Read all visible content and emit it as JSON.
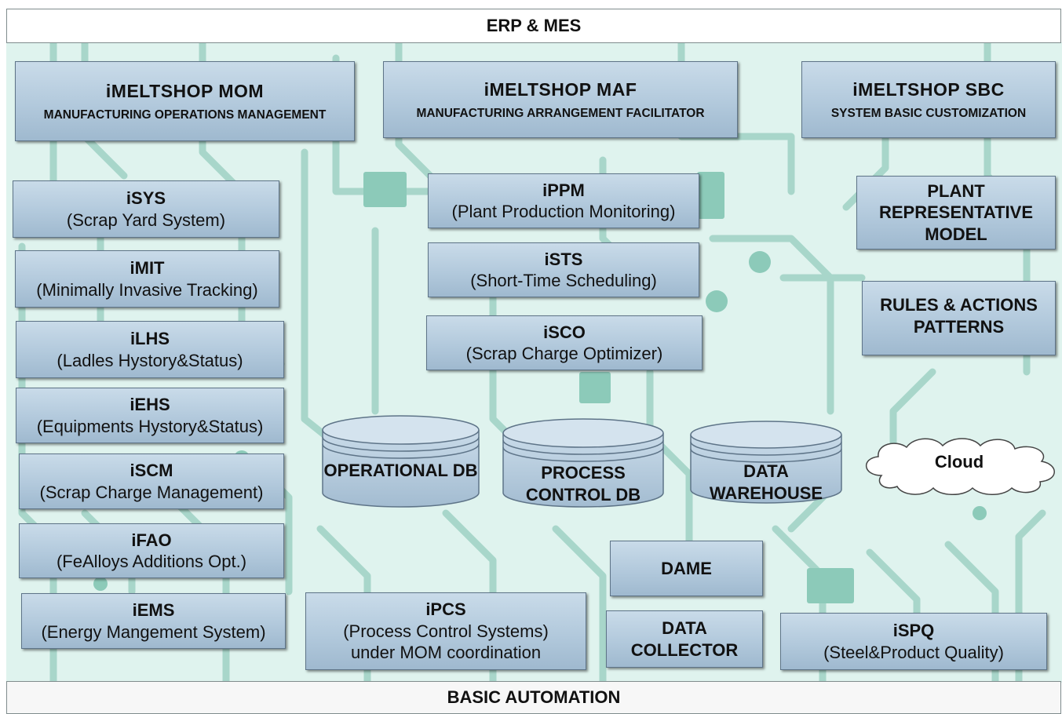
{
  "bands": {
    "top": "ERP & MES",
    "bottom": "BASIC AUTOMATION"
  },
  "top_modules": [
    {
      "title": "iMELTSHOP  MOM",
      "subtitle": "MANUFACTURING OPERATIONS MANAGEMENT"
    },
    {
      "title": "iMELTSHOP  MAF",
      "subtitle": "MANUFACTURING ARRANGEMENT FACILITATOR"
    },
    {
      "title": "iMELTSHOP  SBC",
      "subtitle": "SYSTEM BASIC CUSTOMIZATION"
    }
  ],
  "left_modules": [
    {
      "title": "iSYS",
      "subtitle": "(Scrap Yard System)"
    },
    {
      "title": "iMIT",
      "subtitle": "(Minimally Invasive Tracking)"
    },
    {
      "title": "iLHS",
      "subtitle": "(Ladles Hystory&Status)"
    },
    {
      "title": "iEHS",
      "subtitle": "(Equipments Hystory&Status)"
    },
    {
      "title": "iSCM",
      "subtitle": "(Scrap Charge Management)"
    },
    {
      "title": "iFAO",
      "subtitle": "(FeAlloys Additions Opt.)"
    },
    {
      "title": "iEMS",
      "subtitle": "(Energy Mangement System)"
    }
  ],
  "center_modules": [
    {
      "title": "iPPM",
      "subtitle": "(Plant Production Monitoring)"
    },
    {
      "title": "iSTS",
      "subtitle": "(Short-Time Scheduling)"
    },
    {
      "title": "iSCO",
      "subtitle": "(Scrap Charge Optimizer)"
    }
  ],
  "right_modules": {
    "plant_model": "PLANT REPRESENTATIVE MODEL",
    "rules": "RULES & ACTIONS PATTERNS"
  },
  "databases": [
    {
      "label": "OPERATIONAL DB"
    },
    {
      "label": "PROCESS CONTROL DB"
    },
    {
      "label": "DATA WAREHOUSE"
    }
  ],
  "cloud": "Cloud",
  "bottom_modules": {
    "dame": "DAME",
    "ipcs": {
      "title": "iPCS",
      "line1": "(Process Control Systems)",
      "line2": "under MOM coordination"
    },
    "data_collector": "DATA COLLECTOR",
    "ispq": {
      "title": "iSPQ",
      "subtitle": "(Steel&Product Quality)"
    }
  },
  "colors": {
    "background": "#dff3ee",
    "traces": "#9dcfc2",
    "box_fill": "#b2c9dc",
    "box_border": "#5e7488"
  }
}
